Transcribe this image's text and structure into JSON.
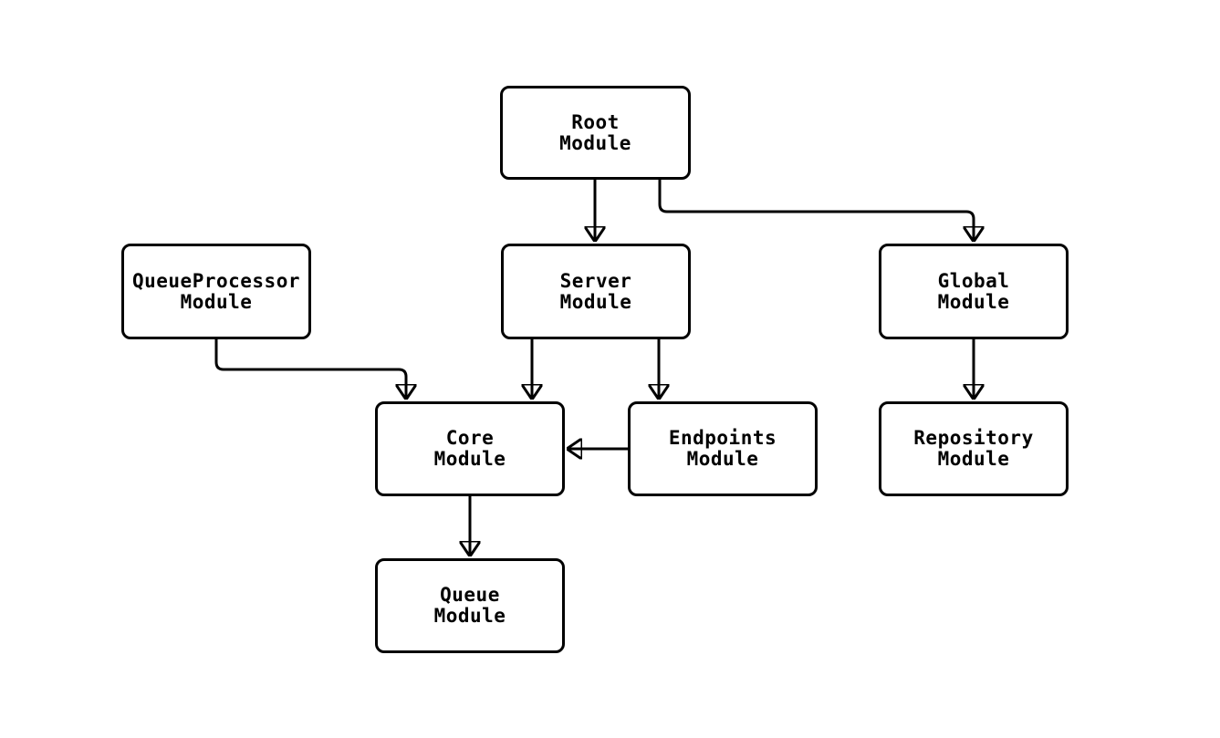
{
  "diagram": {
    "title": "",
    "background_color": "#ffffff",
    "node_fill_color": "#ffffff",
    "node_border_color": "#000000",
    "edge_color": "#000000",
    "text_color": "#000000",
    "nodes": {
      "root": {
        "label": "Root\nModule"
      },
      "queue_processor": {
        "label": "QueueProcessor\nModule"
      },
      "server": {
        "label": "Server\nModule"
      },
      "global": {
        "label": "Global\nModule"
      },
      "core": {
        "label": "Core\nModule"
      },
      "endpoints": {
        "label": "Endpoints\nModule"
      },
      "repository": {
        "label": "Repository\nModule"
      },
      "queue": {
        "label": "Queue\nModule"
      }
    },
    "edges": [
      {
        "from": "Root Module",
        "to": "Server Module"
      },
      {
        "from": "Root Module",
        "to": "Global Module"
      },
      {
        "from": "QueueProcessor Module",
        "to": "Core Module"
      },
      {
        "from": "Server Module",
        "to": "Core Module"
      },
      {
        "from": "Server Module",
        "to": "Endpoints Module"
      },
      {
        "from": "Endpoints Module",
        "to": "Core Module"
      },
      {
        "from": "Core Module",
        "to": "Queue Module"
      },
      {
        "from": "Global Module",
        "to": "Repository Module"
      }
    ]
  }
}
